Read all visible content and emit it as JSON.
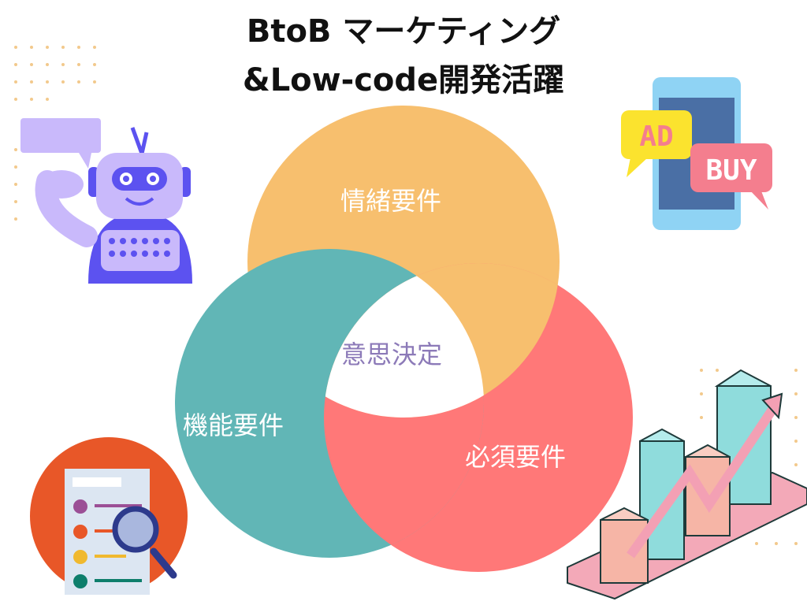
{
  "title": {
    "line1": "BtoB マーケティング",
    "line2": "&Low-code開発活躍"
  },
  "venn": {
    "top": "情緒要件",
    "left": "機能要件",
    "right": "必須要件",
    "center": "意思決定"
  },
  "ad_badge": {
    "ad": "AD",
    "buy": "BUY"
  },
  "colors": {
    "orange": "#F7BF6E",
    "teal": "#61B6B6",
    "red": "#FF7878",
    "center_text": "#8C7AB8"
  }
}
